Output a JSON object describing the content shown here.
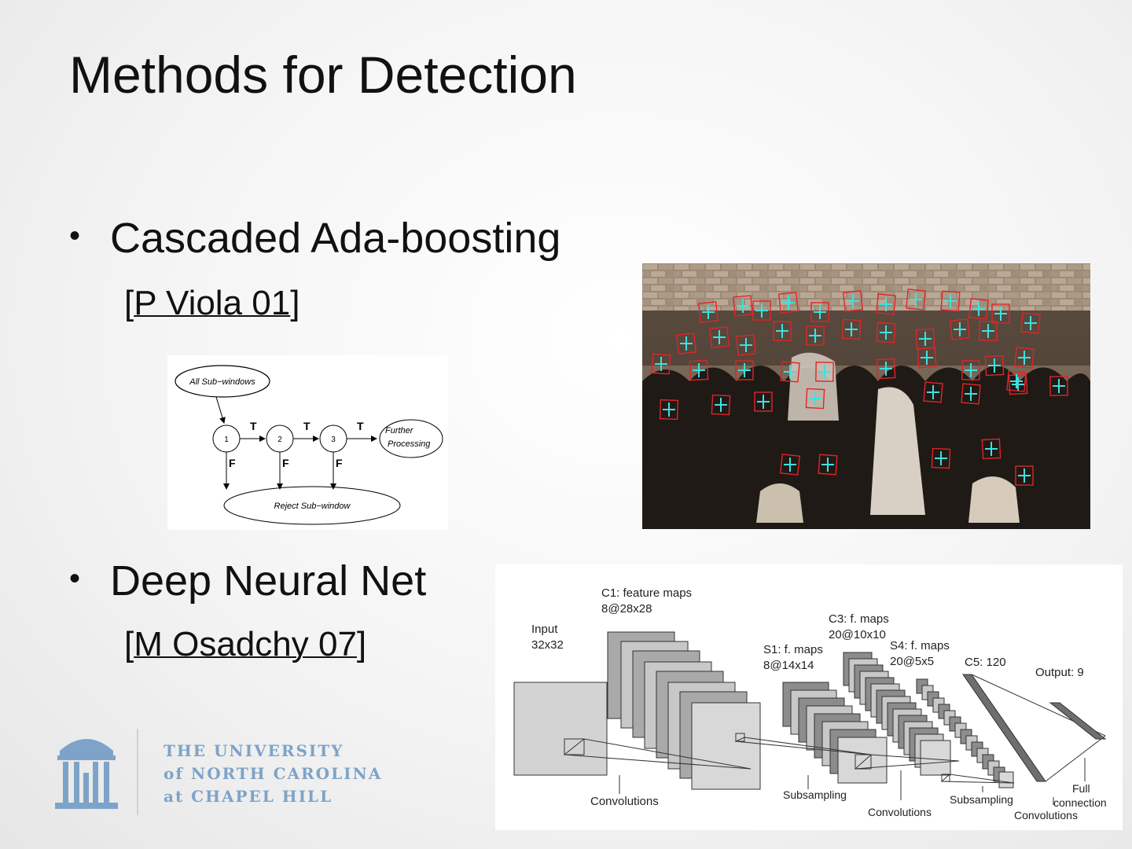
{
  "slide": {
    "title": "Methods for Detection",
    "bullets": [
      {
        "text": "Cascaded Ada-boosting",
        "cite_open": "[",
        "cite_link": "P Viola 01",
        "cite_close": "]"
      },
      {
        "text": "Deep Neural Net",
        "cite_open": "[",
        "cite_link": "M Osadchy 07",
        "cite_close": "]"
      }
    ]
  },
  "cascade_diagram": {
    "start": "All Sub−windows",
    "stages": [
      "1",
      "2",
      "3"
    ],
    "true_label": "T",
    "false_label": "F",
    "further_line1": "Further",
    "further_line2": "Processing",
    "reject": "Reject Sub−window"
  },
  "cnn_diagram": {
    "c1_line1": "C1: feature maps",
    "c1_line2": "8@28x28",
    "input_line1": "Input",
    "input_line2": "32x32",
    "s1_line1": "S1: f. maps",
    "s1_line2": "8@14x14",
    "c3_line1": "C3: f. maps",
    "c3_line2": "20@10x10",
    "s4_line1": "S4: f. maps",
    "s4_line2": "20@5x5",
    "c5": "C5: 120",
    "output": "Output: 9",
    "op_convolutions_1": "Convolutions",
    "op_subsampling_1": "Subsampling",
    "op_convolutions_2": "Convolutions",
    "op_subsampling_2": "Subsampling",
    "op_full_line1": "Full",
    "op_full_line2": "connection",
    "op_convolutions_3": "Convolutions"
  },
  "logo": {
    "line1": "THE UNIVERSITY",
    "line2": "of NORTH CAROLINA",
    "line3": "at CHAPEL HILL"
  },
  "colors": {
    "logo_blue": "#7ea3c8",
    "face_box": "#e0242a",
    "face_marker": "#3fe0e0"
  }
}
